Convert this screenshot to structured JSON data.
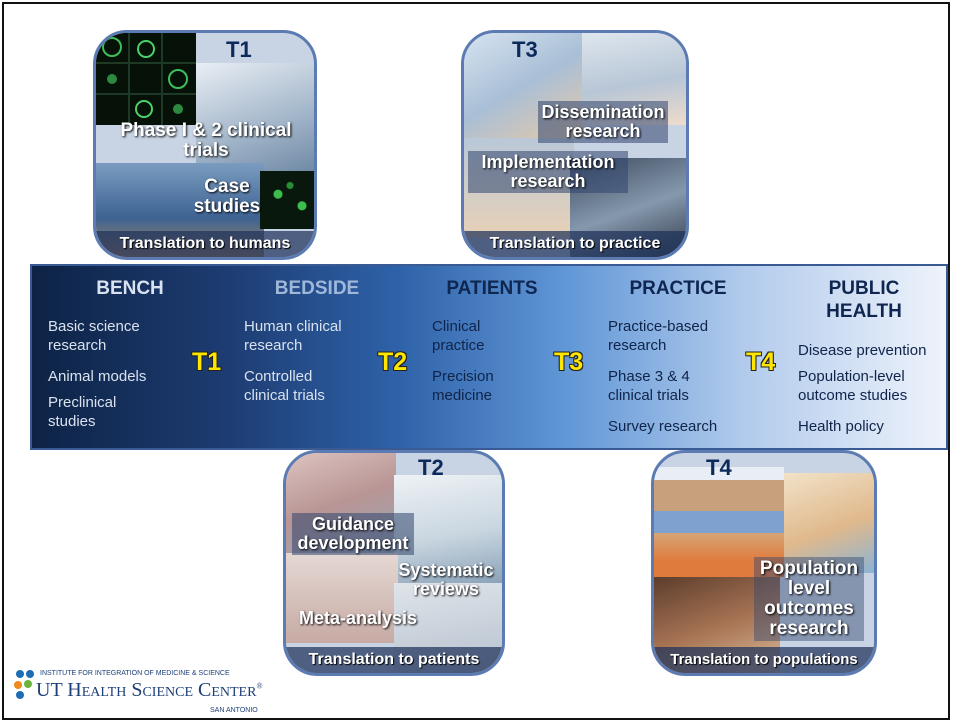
{
  "tiles": {
    "t1": {
      "title": "T1",
      "overlay1": "Phase I & 2 clinical trials",
      "overlay2": "Case studies",
      "caption": "Translation to humans"
    },
    "t3": {
      "title": "T3",
      "overlay1": "Dissemination research",
      "overlay2": "Implementation research",
      "caption": "Translation to practice"
    },
    "t2": {
      "title": "T2",
      "overlay1": "Guidance development",
      "overlay2": "Systematic reviews",
      "overlay3": "Meta-analysis",
      "caption": "Translation to patients"
    },
    "t4": {
      "title": "T4",
      "overlay1": "Population level outcomes research",
      "caption": "Translation to populations"
    }
  },
  "band": {
    "columns": [
      {
        "title": "BENCH",
        "items": [
          "Basic science research",
          "Animal models",
          "Preclinical studies"
        ]
      },
      {
        "title": "BEDSIDE",
        "items": [
          "Human clinical research",
          "Controlled clinical trials"
        ]
      },
      {
        "title": "PATIENTS",
        "items": [
          "Clinical practice",
          "Precision medicine"
        ]
      },
      {
        "title": "PRACTICE",
        "items": [
          "Practice-based research",
          "Phase 3 & 4 clinical trials",
          "Survey research"
        ]
      },
      {
        "title": "PUBLIC HEALTH",
        "items": [
          "Disease prevention",
          "Population-level outcome studies",
          "Health policy"
        ]
      }
    ],
    "stages": [
      "T1",
      "T2",
      "T3",
      "T4"
    ]
  },
  "logo": {
    "line1": "INSTITUTE FOR INTEGRATION OF MEDICINE & SCIENCE",
    "line2": "UT Health Science Center",
    "line2_mark": "®",
    "line3": "SAN ANTONIO"
  },
  "colors": {
    "band_dark": "#0d2345",
    "band_light": "#eef3fb",
    "stage_label": "#ffe600",
    "tile_border": "#5b7bb2",
    "dark_title": "#0d2a5c",
    "dot_blue": "#1d6db5",
    "dot_orange": "#f08a1c",
    "dot_green": "#6db33f"
  }
}
